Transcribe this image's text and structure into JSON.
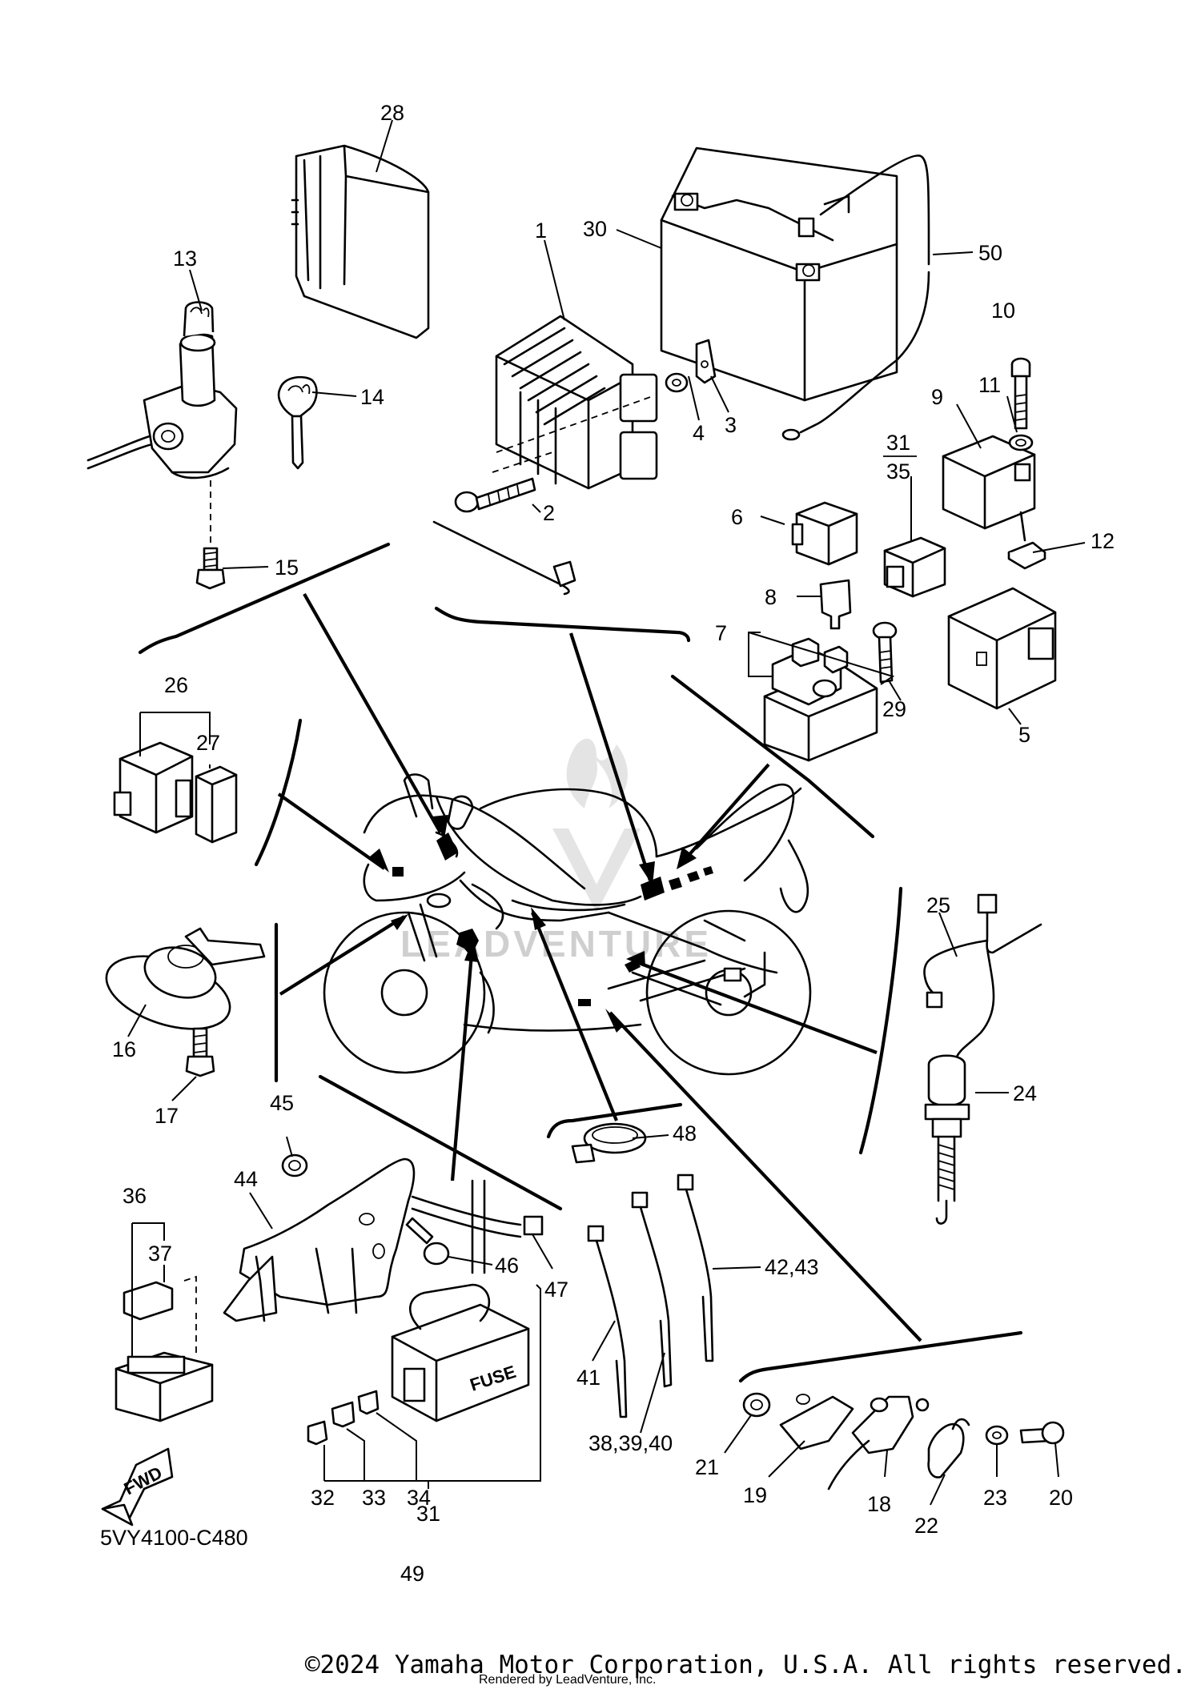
{
  "diagram": {
    "code": "5VY4100-C480",
    "fwd_label": "FWD",
    "fuse_label": "FUSE",
    "watermark": "LEADVENTURE",
    "rendered_by": "Rendered by LeadVenture, Inc."
  },
  "callouts": {
    "c1": "1",
    "c2": "2",
    "c3": "3",
    "c4": "4",
    "c5": "5",
    "c6": "6",
    "c7": "7",
    "c8": "8",
    "c9": "9",
    "c10": "10",
    "c11": "11",
    "c12": "12",
    "c13": "13",
    "c14": "14",
    "c15": "15",
    "c16": "16",
    "c17": "17",
    "c18": "18",
    "c19": "19",
    "c20": "20",
    "c21": "21",
    "c22": "22",
    "c23": "23",
    "c24": "24",
    "c25": "25",
    "c26": "26",
    "c27": "27",
    "c28": "28",
    "c29": "29",
    "c30": "30",
    "c31a": "31",
    "c31b": "31",
    "c32": "32",
    "c33": "33",
    "c34": "34",
    "c35": "35",
    "c36": "36",
    "c37": "37",
    "c38": "38,39,40",
    "c41": "41",
    "c42": "42,43",
    "c44": "44",
    "c45": "45",
    "c46": "46",
    "c47": "47",
    "c48": "48",
    "c49": "49",
    "c50": "50"
  },
  "footer": {
    "copyright": "©2024 Yamaha Motor Corporation, U.S.A. All rights reserved."
  }
}
